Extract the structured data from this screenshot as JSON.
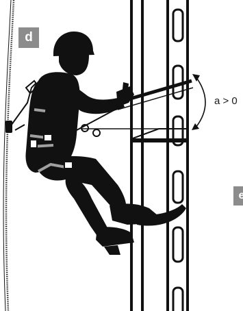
{
  "figure": {
    "panel_label_main": "d",
    "panel_label_next": "e",
    "angle_label": "a > 0"
  },
  "colors": {
    "ink": "#111111",
    "badge": "#8c8c8c",
    "harness": "#a0a0a0",
    "background": "#ffffff"
  }
}
